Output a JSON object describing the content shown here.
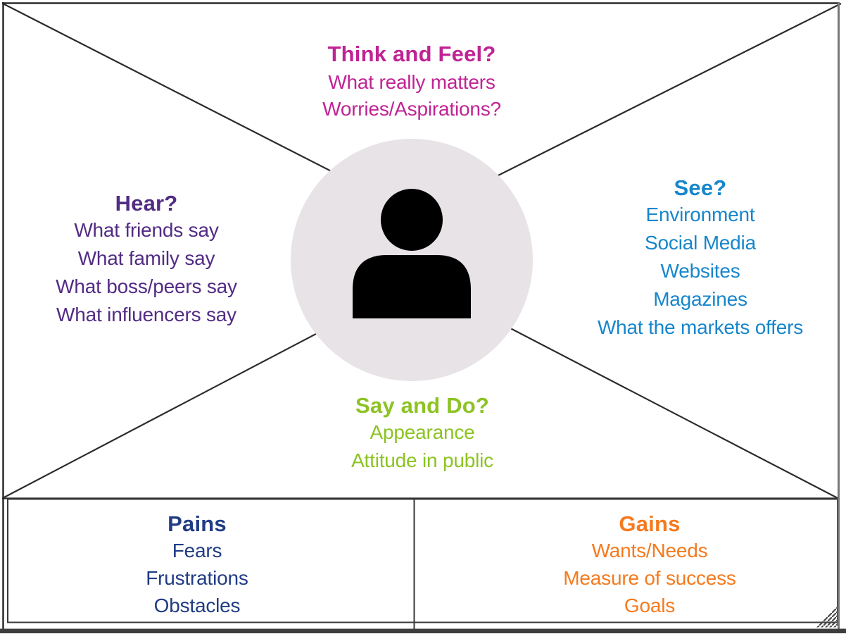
{
  "diagram": "empathy-map",
  "sections": {
    "think": {
      "heading": "Think and Feel?",
      "items": [
        "What really matters",
        "Worries/Aspirations?"
      ],
      "color": "#C02394"
    },
    "hear": {
      "heading": "Hear?",
      "items": [
        "What friends say",
        "What family say",
        "What boss/peers say",
        "What influencers say"
      ],
      "color": "#522C84"
    },
    "see": {
      "heading": "See?",
      "items": [
        "Environment",
        "Social Media",
        "Websites",
        "Magazines",
        "What the markets offers"
      ],
      "color": "#1786CB"
    },
    "say": {
      "heading": "Say and Do?",
      "items": [
        "Appearance",
        "Attitude in public"
      ],
      "color": "#8CC322"
    },
    "pains": {
      "heading": "Pains",
      "items": [
        "Fears",
        "Frustrations",
        "Obstacles"
      ],
      "color": "#203C84"
    },
    "gains": {
      "heading": "Gains",
      "items": [
        "Wants/Needs",
        "Measure of success",
        "Goals"
      ],
      "color": "#F57A1E"
    }
  },
  "center": {
    "icon": "person-icon",
    "circle_color": "#E7E3E7",
    "icon_color": "#000000"
  },
  "frame": {
    "line_color": "#2B2B2B",
    "bottom_band_color": "#3D3D3D",
    "right_border_color": "#777777"
  }
}
